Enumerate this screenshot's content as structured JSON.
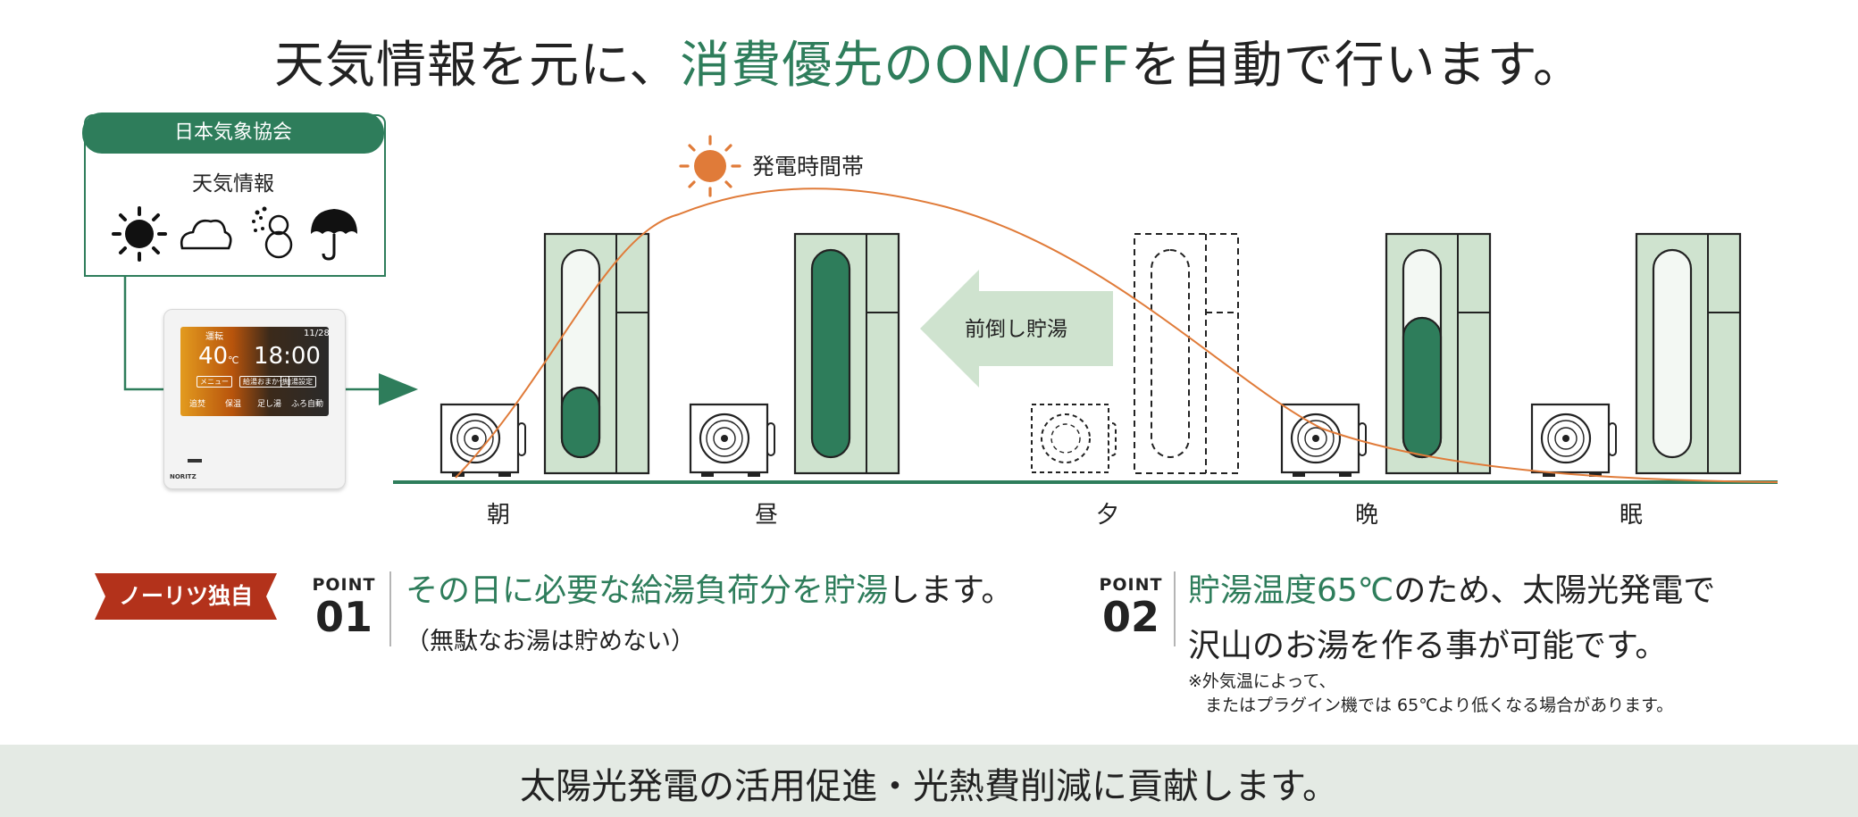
{
  "headline": {
    "part1": "天気情報を元に、",
    "highlight": "消費優先のON/OFF",
    "part2": "を自動で行います。"
  },
  "weather": {
    "org": "日本気象協会",
    "title": "天気情報",
    "icons": [
      "sun-icon",
      "cloud-icon",
      "snowman-icon",
      "umbrella-icon"
    ]
  },
  "remote": {
    "temp": "40",
    "temp_unit": "℃",
    "time": "18:00",
    "date": "11/28",
    "top_left": "運転",
    "menu": [
      "メニュー",
      "給湯おまかせ",
      "給湯設定"
    ],
    "buttons": [
      "追焚",
      "保温",
      "足し湯",
      "ふろ自動"
    ],
    "brand": "NORITZ"
  },
  "diagram": {
    "generation_label": "発電時間帯",
    "arrow_label": "前倒し貯湯",
    "times": [
      "朝",
      "昼",
      "夕",
      "晩",
      "眠"
    ],
    "fill_levels": [
      0.3,
      1.0,
      0.0,
      0.68,
      0.0
    ]
  },
  "points": {
    "badge": "ノーリツ独自",
    "word": "POINT",
    "p1": {
      "num": "01",
      "main_highlight": "その日に必要な給湯負荷分を貯湯",
      "main_rest": "します。",
      "sub": "（無駄なお湯は貯めない）"
    },
    "p2": {
      "num": "02",
      "line1_highlight": "貯湯温度65℃",
      "line1_rest": "のため、太陽光発電で",
      "line2": "沢山のお湯を作る事が可能です。",
      "note1": "※外気温によって、",
      "note2": "　またはプラグイン機では 65℃より低くなる場合があります。"
    }
  },
  "footer": {
    "text": "太陽光発電の活用促進・光熱費削減に貢献します。"
  },
  "colors": {
    "green": "#2e7d5b",
    "light_green": "#cfe3cf",
    "orange": "#e07b39",
    "badge_red": "#b3321b"
  }
}
